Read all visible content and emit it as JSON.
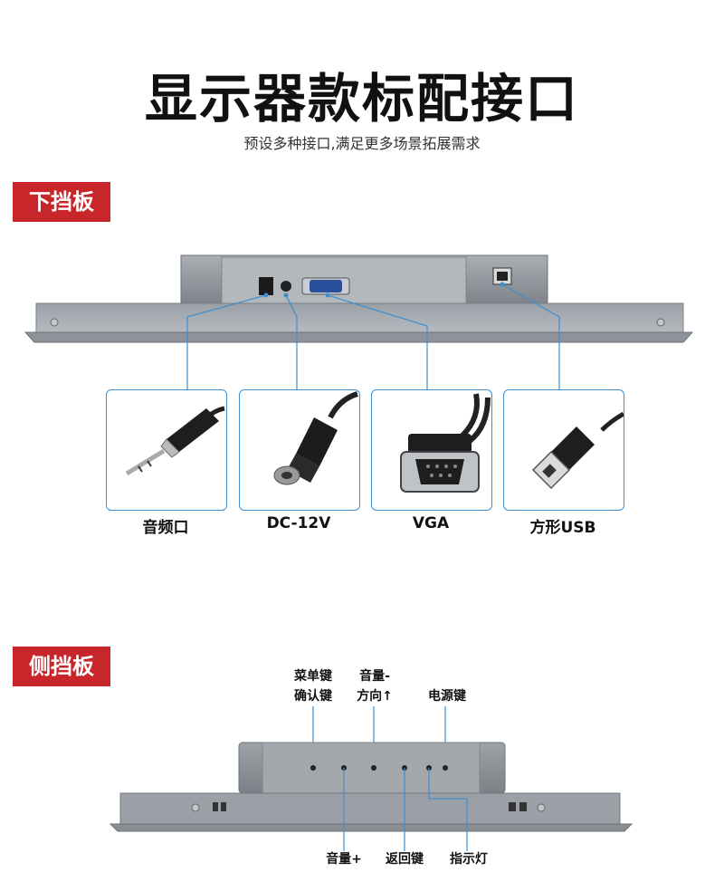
{
  "header": {
    "title": "显示器款标配接口",
    "subtitle": "预设多种接口,满足更多场景拓展需求"
  },
  "bottom_panel": {
    "tag": "下挡板",
    "ports": [
      {
        "label": "音频口"
      },
      {
        "label": "DC-12V"
      },
      {
        "label": "VGA"
      },
      {
        "label": "方形USB"
      }
    ]
  },
  "side_panel": {
    "tag": "侧挡板",
    "buttons_top": [
      {
        "line1": "菜单键",
        "line2": "确认键"
      },
      {
        "line1": "音量-",
        "line2": "方向↑"
      },
      {
        "line1": "电源键"
      }
    ],
    "buttons_bottom": [
      {
        "label": "音量+"
      },
      {
        "label": "返回键"
      },
      {
        "label": "指示灯"
      }
    ]
  },
  "colors": {
    "accent_red": "#c8262a",
    "line_blue": "#3d8fd0",
    "panel_gray": "#8a9096"
  }
}
